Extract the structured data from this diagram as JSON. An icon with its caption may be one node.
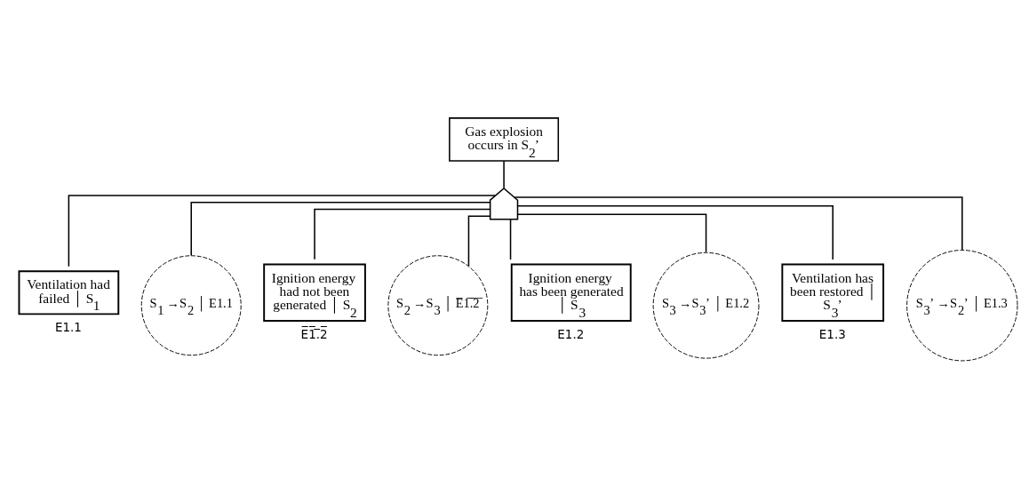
{
  "diagram": {
    "nodes": [
      {
        "text": [
          "Gas explosion occurs in S$_{2}$’"
        ]
      },
      {
        "text": [],
        "shape": "gate"
      },
      {
        "text": [
          "Ventilation had failed │ S$_{1}$"
        ],
        "beside": [
          "E1.1"
        ]
      },
      {
        "text": [
          "S$_{1}$ →S$_{2}$ │ E1.1"
        ]
      },
      {
        "text": [
          "Ignition energy had not been generated │ S$_{2}$"
        ],
        "beside": [
          "E̅1̅.̅2̅"
        ]
      },
      {
        "text": [
          "S$_{2}$ →S$_{3}$ │ E̅1̅.̅2̅"
        ]
      },
      {
        "text": [
          "Ignition energy has been generated │ S$_{3}$"
        ],
        "beside": [
          "E1.2"
        ]
      },
      {
        "text": [
          "S$_{3}$ →S$_{3}$’ │ E1.2"
        ]
      },
      {
        "text": [
          "Ventilation has been restored │ S$_{3}$’"
        ],
        "beside": [
          "E1.3"
        ]
      },
      {
        "text": [
          "S$_{3}$’ →S$_{2}$’ │ E1.3"
        ]
      }
    ],
    "edges": [
      {
        "from": 0,
        "to": 1,
        "arrow": "none"
      },
      {
        "from": 1,
        "to": 2,
        "arrow": "none"
      },
      {
        "from": 1,
        "to": 3,
        "arrow": "none"
      },
      {
        "from": 1,
        "to": 4,
        "arrow": "none"
      },
      {
        "from": 1,
        "to": 5,
        "arrow": "none"
      },
      {
        "from": 1,
        "to": 6,
        "arrow": "none"
      },
      {
        "from": 1,
        "to": 7,
        "arrow": "none"
      },
      {
        "from": 1,
        "to": 8,
        "arrow": "none"
      },
      {
        "from": 1,
        "to": 9,
        "arrow": "none"
      }
    ]
  }
}
